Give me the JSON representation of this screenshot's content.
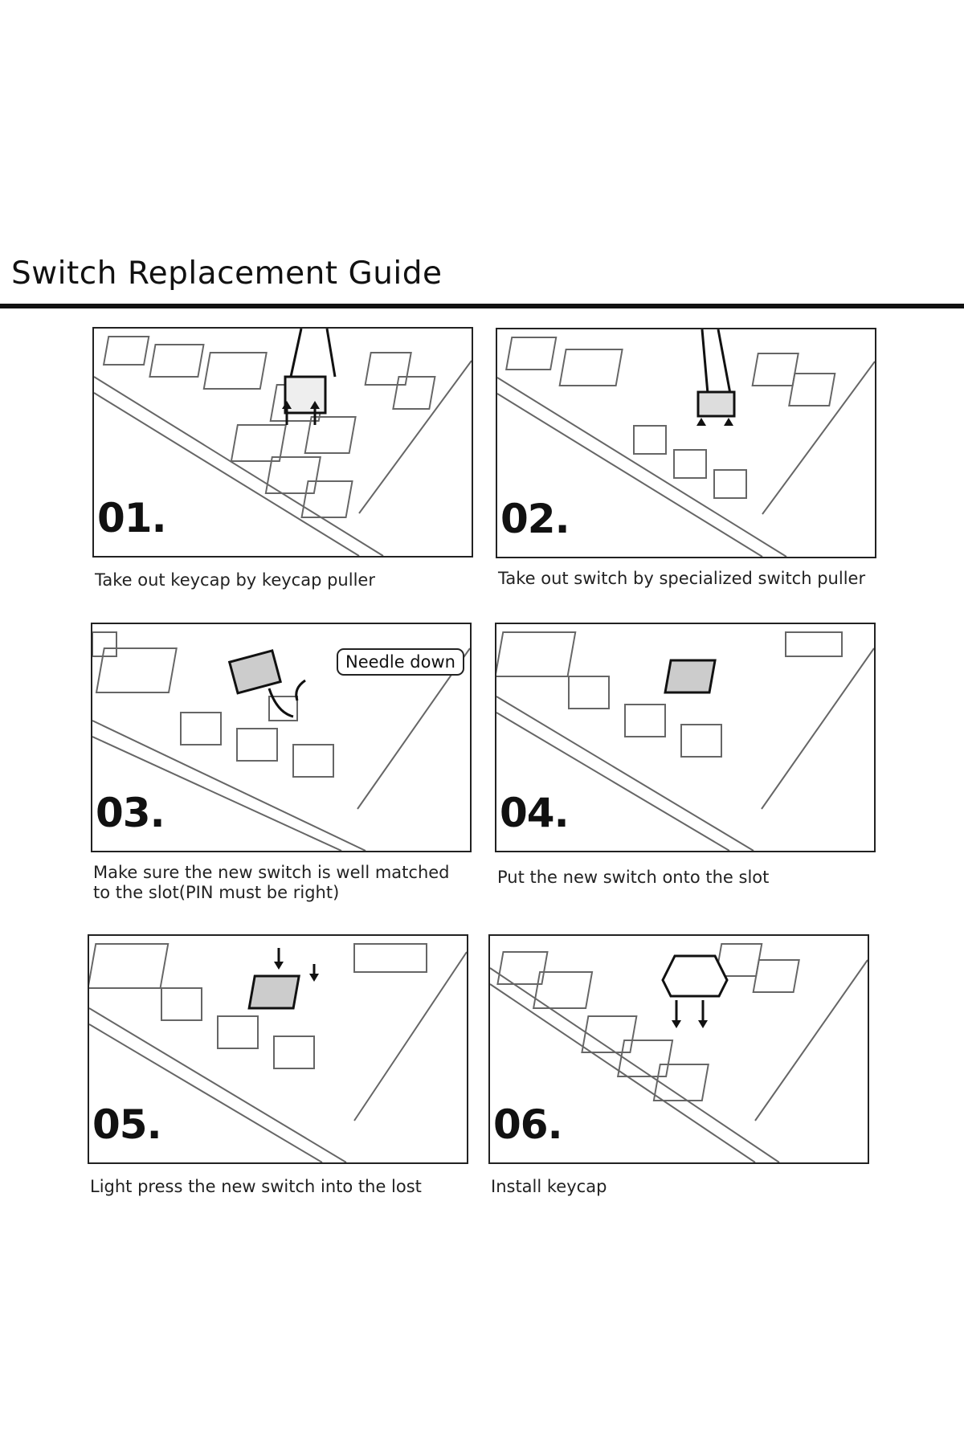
{
  "title": "Switch Replacement Guide",
  "steps": [
    {
      "number": "01.",
      "caption": "Take out keycap by keycap  puller"
    },
    {
      "number": "02.",
      "caption": "Take out switch by specialized switch puller"
    },
    {
      "number": "03.",
      "caption": "Make sure the new switch is well matched to the slot(PIN must be right)",
      "callout": "Needle down"
    },
    {
      "number": "04.",
      "caption": "Put the new switch onto the slot"
    },
    {
      "number": "05.",
      "caption": "Light press the new switch into the lost"
    },
    {
      "number": "06.",
      "caption": "Install keycap"
    }
  ]
}
